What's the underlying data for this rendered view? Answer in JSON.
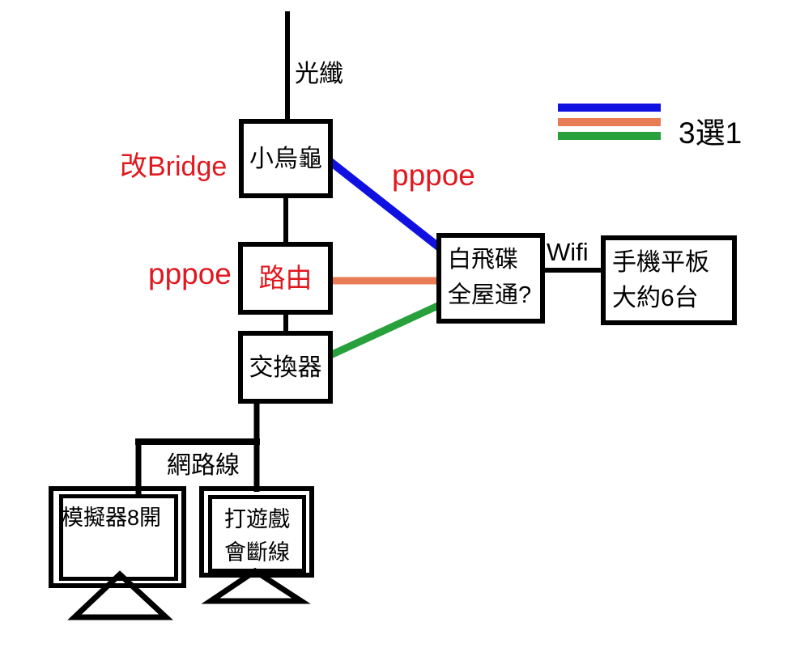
{
  "colors": {
    "background": "#ffffff",
    "ink": "#000000",
    "line_blue": "#1010e0",
    "line_orange": "#e87c55",
    "line_green": "#28a03c",
    "text_red": "#e0181f"
  },
  "labels": {
    "fiber": "光纖",
    "bridge_note": "改Bridge",
    "pppoe_router": "pppoe",
    "pppoe_modem": "pppoe",
    "wifi": "Wifi",
    "lan_cable": "網路線"
  },
  "legend": {
    "caption": "3選1",
    "line_colors": [
      "line_blue",
      "line_orange",
      "line_green"
    ]
  },
  "nodes": {
    "modem": {
      "label": "小烏龜"
    },
    "router": {
      "label": "路由"
    },
    "switch": {
      "label": "交換器"
    },
    "mesh": {
      "line1": "白飛碟",
      "line2": "全屋通?"
    },
    "devices": {
      "line1": "手機平板",
      "line2": "大約6台"
    },
    "pc_left": {
      "label": "模擬器8開"
    },
    "pc_right": {
      "line1": "打遊戲",
      "line2": "會斷線"
    }
  }
}
